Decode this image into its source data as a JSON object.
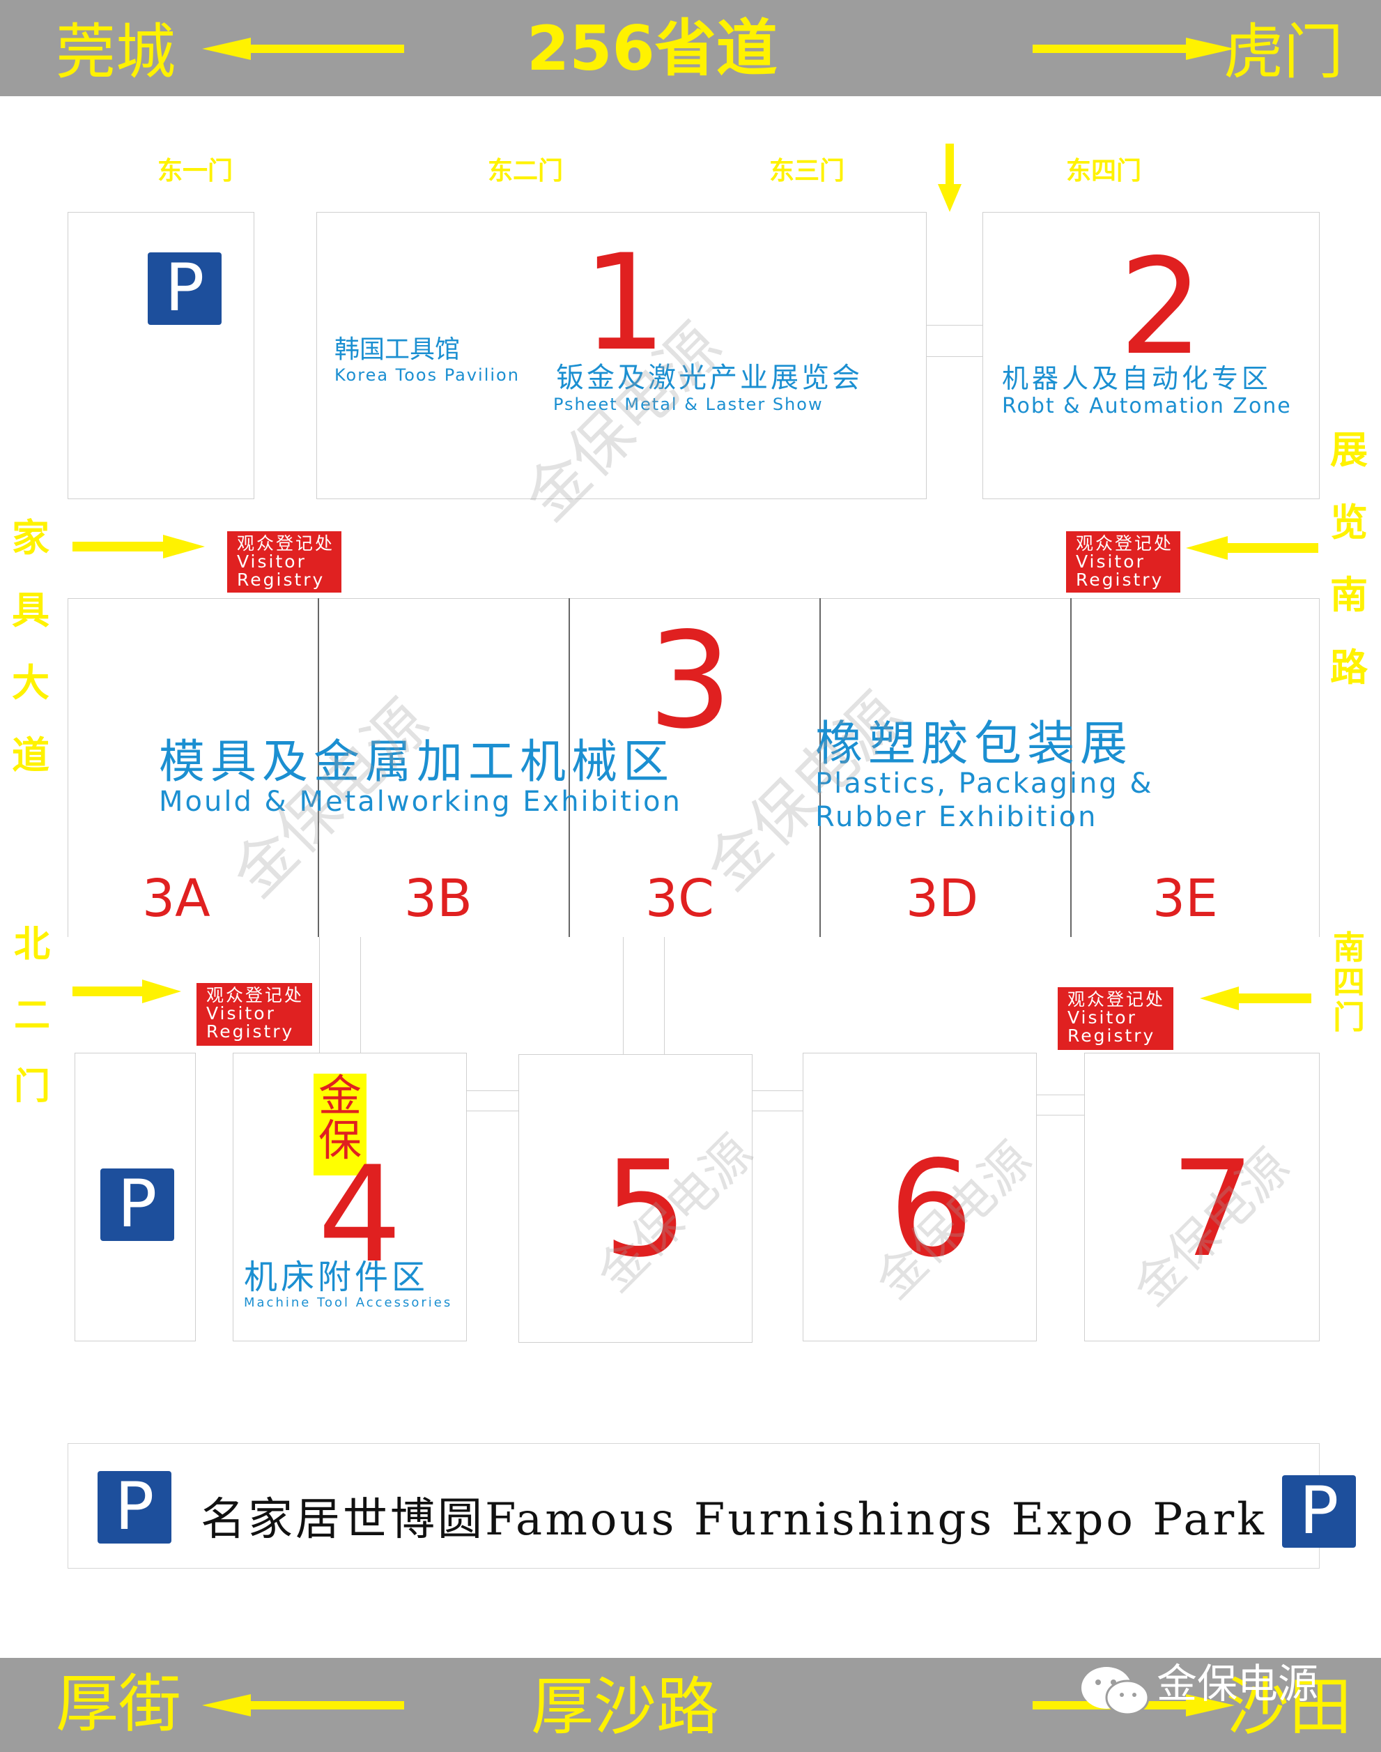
{
  "colors": {
    "road_gray": "#9d9d9d",
    "road_text": "#fff200",
    "hall_number_red": "#e02020",
    "hall_text_blue": "#1b8fd1",
    "parking_blue": "#1d4f9c",
    "registry_red": "#e02121"
  },
  "top_road": {
    "left": "莞城",
    "center": "256省道",
    "right": "虎门"
  },
  "bottom_road": {
    "left": "厚街",
    "center": "厚沙路",
    "right": "沙田"
  },
  "west_road": "家\n具\n大\n道",
  "east_road": "展\n览\n南\n路",
  "gates": {
    "east1": "东一门",
    "east2": "东二门",
    "east3": "东三门",
    "east4": "东四门",
    "north2": "北\n二\n门",
    "south4": "南\n四\n门"
  },
  "registry_label": "观众登记处\nVisitor\nRegistry",
  "parking_label": "P",
  "hall1": {
    "number": "1",
    "korea_cn": "韩国工具馆",
    "korea_en": "Korea Toos Pavilion",
    "name_cn": "钣金及激光产业展览会",
    "name_en": "Psheet Metal & Laster Show"
  },
  "hall2": {
    "number": "2",
    "name_cn": "机器人及自动化专区",
    "name_en": "Robt & Automation Zone"
  },
  "hall3": {
    "number": "3",
    "left_cn": "模具及金属加工机械区",
    "left_en": "Mould & Metalworking Exhibition",
    "right_cn": "橡塑胶包装展",
    "right_en_1": "Plastics, Packaging &",
    "right_en_2": "Rubber Exhibition",
    "subs": [
      "3A",
      "3B",
      "3C",
      "3D",
      "3E"
    ]
  },
  "hall4": {
    "number": "4",
    "badge": "金\n保",
    "name_cn": "机床附件区",
    "name_en": "Machine Tool Accessories"
  },
  "hall5": {
    "number": "5"
  },
  "hall6": {
    "number": "6"
  },
  "hall7": {
    "number": "7"
  },
  "expo_park": "名家居世博圆Famous Furnishings Expo Park",
  "watermark": "金保电源",
  "wechat_label": "金保电源"
}
